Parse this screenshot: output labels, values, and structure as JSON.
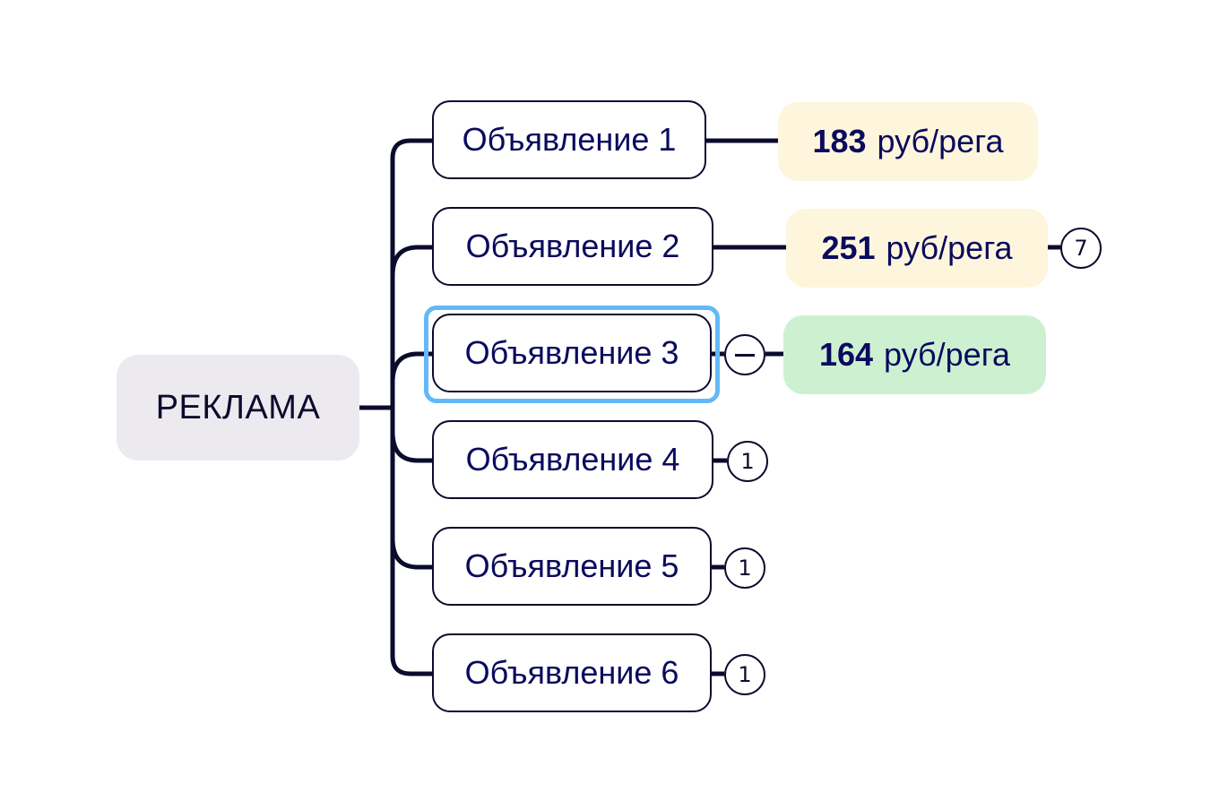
{
  "root": {
    "label": "РЕКЛАМА"
  },
  "children": [
    {
      "label": "Объявление 1",
      "metric": {
        "value": "183",
        "unit": "руб/рега",
        "color": "#FDF6DC"
      },
      "badge": null,
      "selected": false
    },
    {
      "label": "Объявление 2",
      "metric": {
        "value": "251",
        "unit": "руб/рега",
        "color": "#FDF6DC"
      },
      "badge": {
        "type": "count",
        "text": "7"
      },
      "selected": false
    },
    {
      "label": "Объявление 3",
      "metric": {
        "value": "164",
        "unit": "руб/рега",
        "color": "#CDF1D0"
      },
      "badge": {
        "type": "collapse",
        "text": ""
      },
      "selected": true
    },
    {
      "label": "Объявление 4",
      "metric": null,
      "badge": {
        "type": "count",
        "text": "1"
      },
      "selected": false
    },
    {
      "label": "Объявление 5",
      "metric": null,
      "badge": {
        "type": "count",
        "text": "1"
      },
      "selected": false
    },
    {
      "label": "Объявление 6",
      "metric": null,
      "badge": {
        "type": "count",
        "text": "1"
      },
      "selected": false
    }
  ],
  "colors": {
    "line": "#0B0B2E",
    "text": "#0A0A5E",
    "root_bg": "#ECEAEF",
    "selection": "#63B9F7"
  }
}
